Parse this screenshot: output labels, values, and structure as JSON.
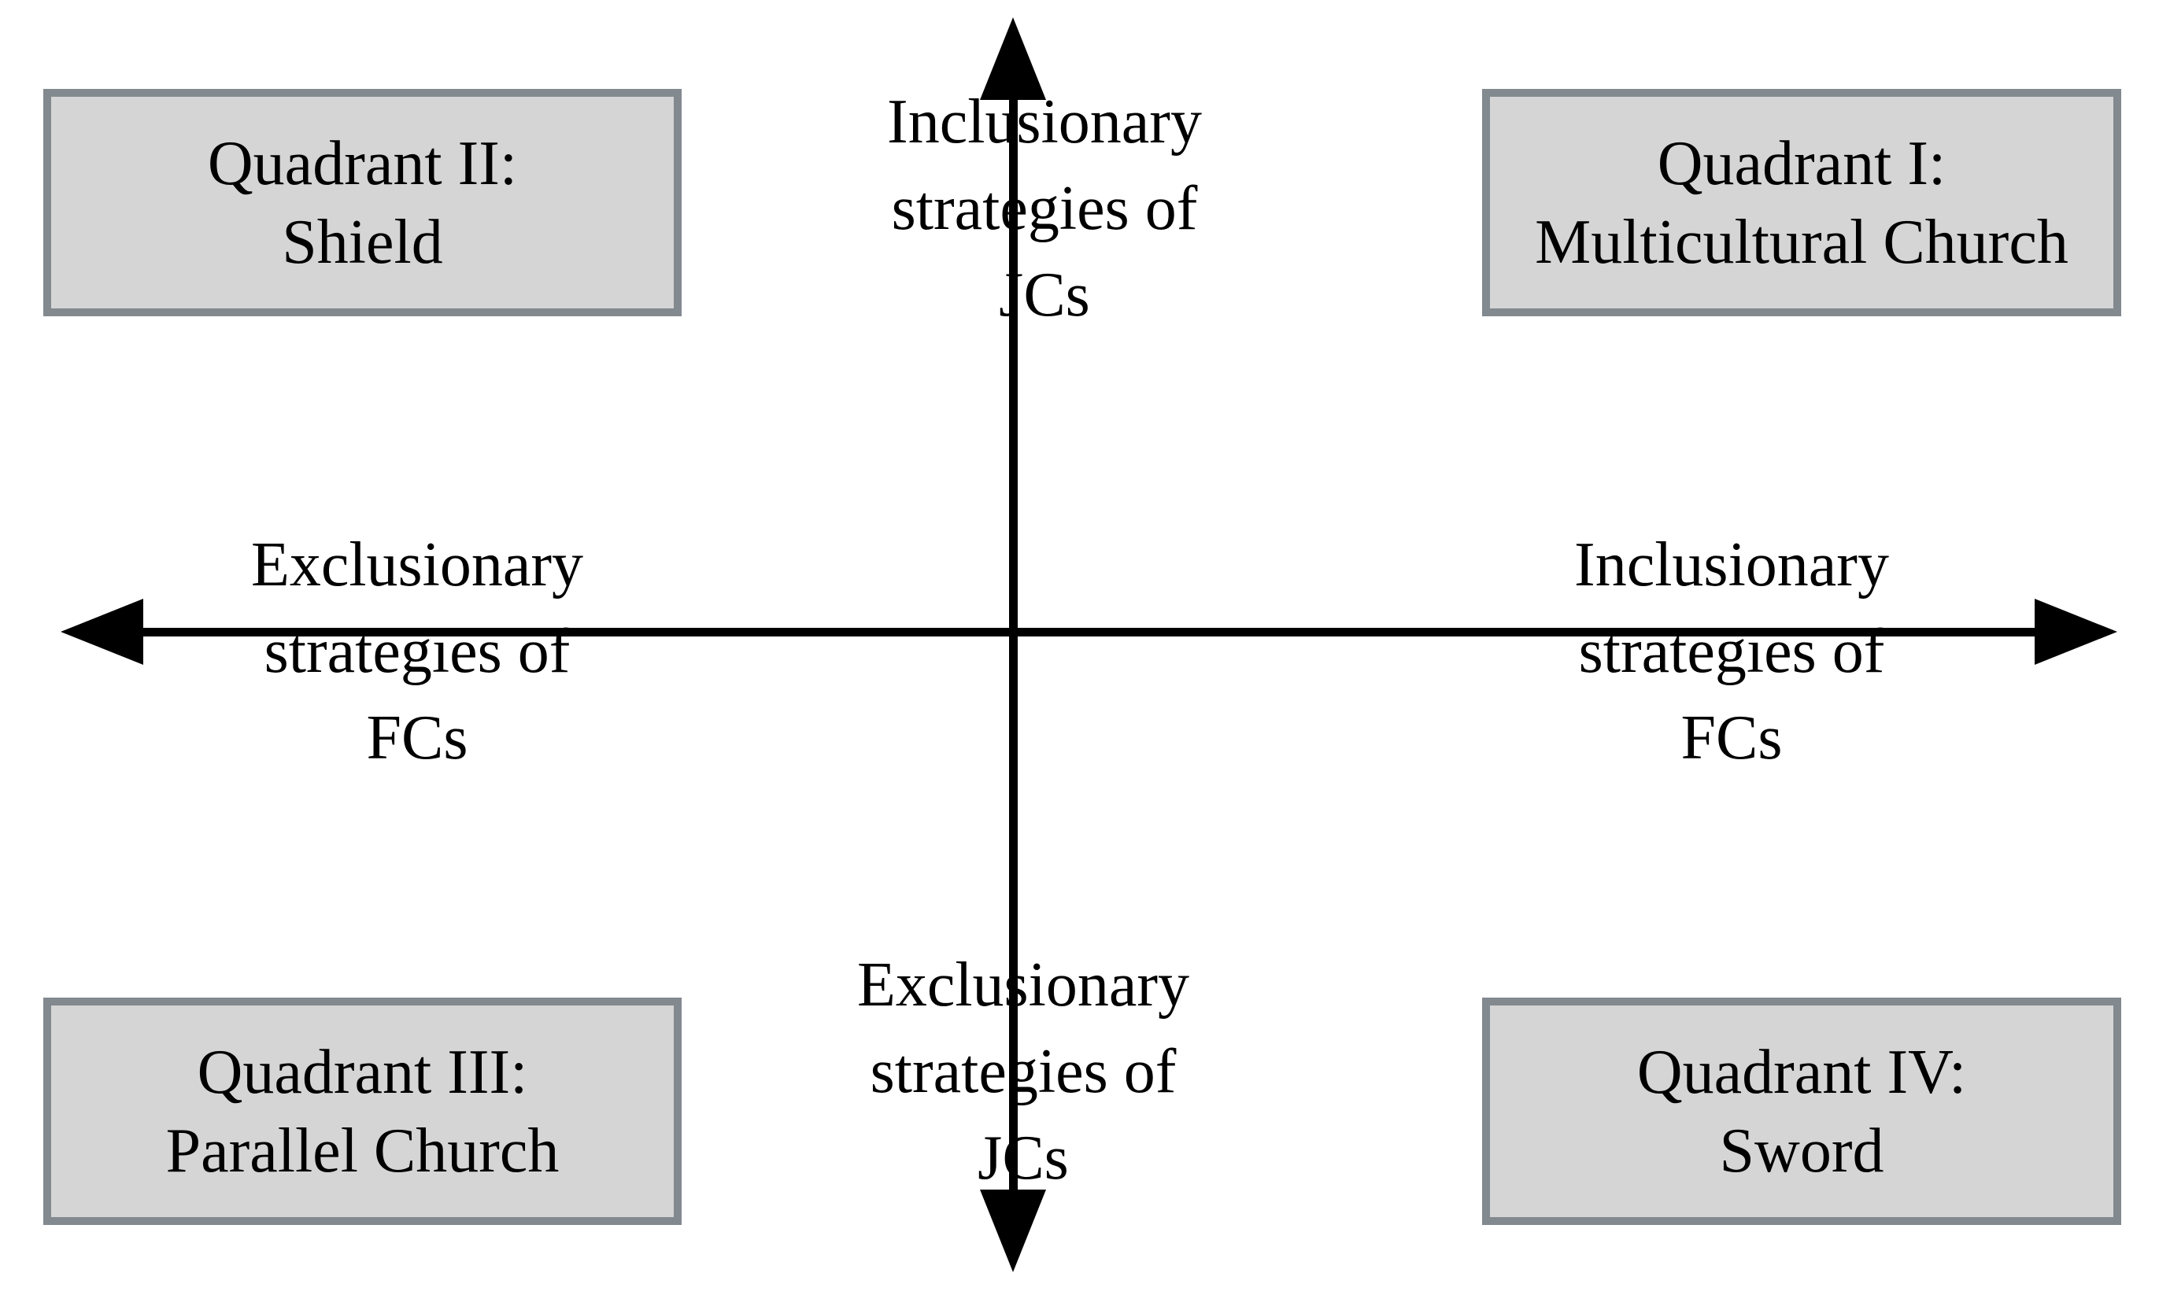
{
  "diagram": {
    "background_color": "#ffffff",
    "axis_color": "#000000",
    "box_fill_color": "#d5d5d5",
    "box_border_color": "#82898f",
    "axis_labels": {
      "top": {
        "lines": [
          "Inclusionary",
          "strategies of",
          "JCs"
        ]
      },
      "bottom": {
        "lines": [
          "Exclusionary",
          "strategies of",
          "JCs"
        ]
      },
      "left": {
        "lines": [
          "Exclusionary",
          "strategies of",
          "FCs"
        ]
      },
      "right": {
        "lines": [
          "Inclusionary",
          "strategies of",
          "FCs"
        ]
      }
    },
    "quadrants": [
      {
        "id": "I",
        "position": "top-right",
        "title": "Quadrant I:",
        "subtitle": "Multicultural Church"
      },
      {
        "id": "II",
        "position": "top-left",
        "title": "Quadrant II:",
        "subtitle": "Shield"
      },
      {
        "id": "III",
        "position": "bottom-left",
        "title": "Quadrant III:",
        "subtitle": "Parallel Church"
      },
      {
        "id": "IV",
        "position": "bottom-right",
        "title": "Quadrant IV:",
        "subtitle": "Sword"
      }
    ]
  }
}
